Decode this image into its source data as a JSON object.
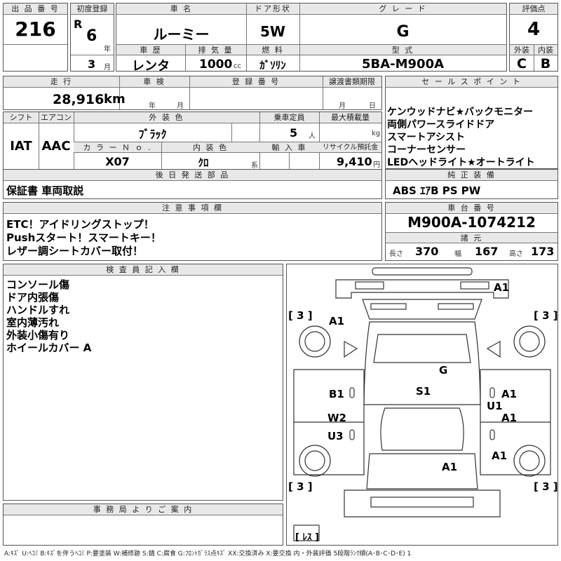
{
  "lot": {
    "header": "出 品 番 号",
    "value": "216"
  },
  "first_reg": {
    "header": "初度登録",
    "era": "R",
    "year": "6",
    "year_unit": "年",
    "month": "3",
    "month_unit": "月"
  },
  "car_name": {
    "header": "車 名",
    "value": "ルーミー"
  },
  "door": {
    "header": "ドア形状",
    "value": "5W"
  },
  "grade": {
    "header": "グ レ ー ド",
    "value": "G"
  },
  "score": {
    "header": "評価点",
    "value": "4",
    "ext_header": "外装",
    "int_header": "内装",
    "ext": "C",
    "int": "B"
  },
  "history": {
    "header": "車 歴",
    "value": "レンタ"
  },
  "displacement": {
    "header": "排 気 量",
    "value": "1000",
    "unit": "cc"
  },
  "fuel": {
    "header": "燃 料",
    "value": "ｶﾞｿﾘﾝ"
  },
  "model": {
    "header": "型 式",
    "value": "5BA-M900A"
  },
  "mileage": {
    "header": "走 行",
    "value": "28,916",
    "unit": "km"
  },
  "inspection": {
    "header": "車 検",
    "year_unit": "年",
    "month_unit": "月"
  },
  "reg_no": {
    "header": "登 録 番 号"
  },
  "transfer": {
    "header": "譲渡書類期限",
    "month_unit": "月",
    "day_unit": "日"
  },
  "sales": {
    "header": "セ ー ル ス ポ イ ン ト",
    "lines": [
      "ケンウッドナビ★バックモニター",
      "両側パワースライドドア",
      "スマートアシスト",
      "コーナーセンサー",
      "LEDヘッドライト★オートライト"
    ]
  },
  "shift": {
    "header": "シフト",
    "value": "IAT"
  },
  "aircon": {
    "header": "エアコン",
    "value": "AAC"
  },
  "ext_color": {
    "header": "外 装 色",
    "value": "ﾌﾞﾗｯｸ"
  },
  "capacity": {
    "header": "乗車定員",
    "value": "5",
    "unit": "人"
  },
  "max_load": {
    "header": "最大積載量",
    "unit": "kg"
  },
  "color_no": {
    "header": "カ ラ ー Ｎ ｏ .",
    "value": "X07"
  },
  "int_color": {
    "header": "内 装 色",
    "value": "ｸﾛ",
    "unit": "系"
  },
  "import": {
    "header": "輸 入 車"
  },
  "recycle": {
    "header": "リサイクル預託金",
    "value": "9,410",
    "unit": "円"
  },
  "later_parts": {
    "header": "後 日 発 送 部 品",
    "value": "保証書 車両取説"
  },
  "equipment": {
    "header": "純 正 装 備",
    "value": "ABS ｴｱB PS PW"
  },
  "notes": {
    "header": "注 意 事 項 欄",
    "lines": [
      "ETC！アイドリングストップ！",
      "Pushスタート！スマートキー！",
      "レザー調シートカバー取付！"
    ]
  },
  "chassis": {
    "header": "車 台 番 号",
    "value": "M900A-1074212"
  },
  "specs": {
    "header": "諸 元",
    "length_label": "長さ",
    "length": "370",
    "width_label": "幅",
    "width": "167",
    "height_label": "高さ",
    "height": "173"
  },
  "inspector": {
    "header": "検 査 員 記 入 欄",
    "lines": [
      "コンソール傷",
      "ドア内張傷",
      "ハンドルすれ",
      "室内薄汚れ",
      "外装小傷有り",
      "ホイールカバー A"
    ]
  },
  "diagram": {
    "tires": [
      "[ 3 ]",
      "[ 3 ]",
      "[ 3 ]",
      "[ 3 ]"
    ],
    "spare": "[ ﾚｽ ]",
    "marks": [
      "A1",
      "A1",
      "G",
      "S1",
      "B1",
      "A1",
      "U1",
      "W2",
      "A1",
      "U3",
      "A1",
      "A1"
    ]
  },
  "office": {
    "header": "事 務 局 よ り ご 案 内"
  },
  "legend": "A:ｷｽﾞ U:ﾍｺﾐ B:ｷｽﾞを伴うﾍｺﾐ P:要塗装 W:補修跡 S:錆 C:腐食 G:ﾌﾛﾝﾄｶﾞﾗｽ点ｷｽﾞ XX:交換済み X:要交換 内・外装評価 5段階ﾗﾝｸ順(A･B･C･D･E) 1"
}
